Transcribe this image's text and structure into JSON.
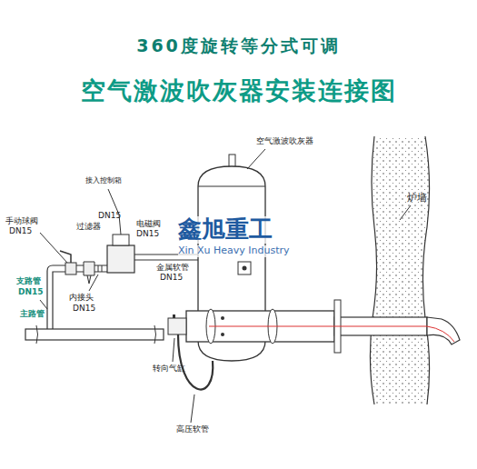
{
  "diagram": {
    "title": "空气激波吹灰器安装连接图",
    "labels": [
      "360度旋转等分式可调",
      "接入控制箱",
      "手动球阀",
      "DN15",
      "DN15",
      "过滤器",
      "电磁阀",
      "DN15",
      "金属软管",
      "DN15",
      "支路管",
      "DN15",
      "主路管",
      "内接头",
      "DN15",
      "空气激波吹灰器",
      "炉墙",
      "转向气缸",
      "高压软管",
      "鑫旭重工",
      "Xin Xu Heavy Industry"
    ]
  }
}
